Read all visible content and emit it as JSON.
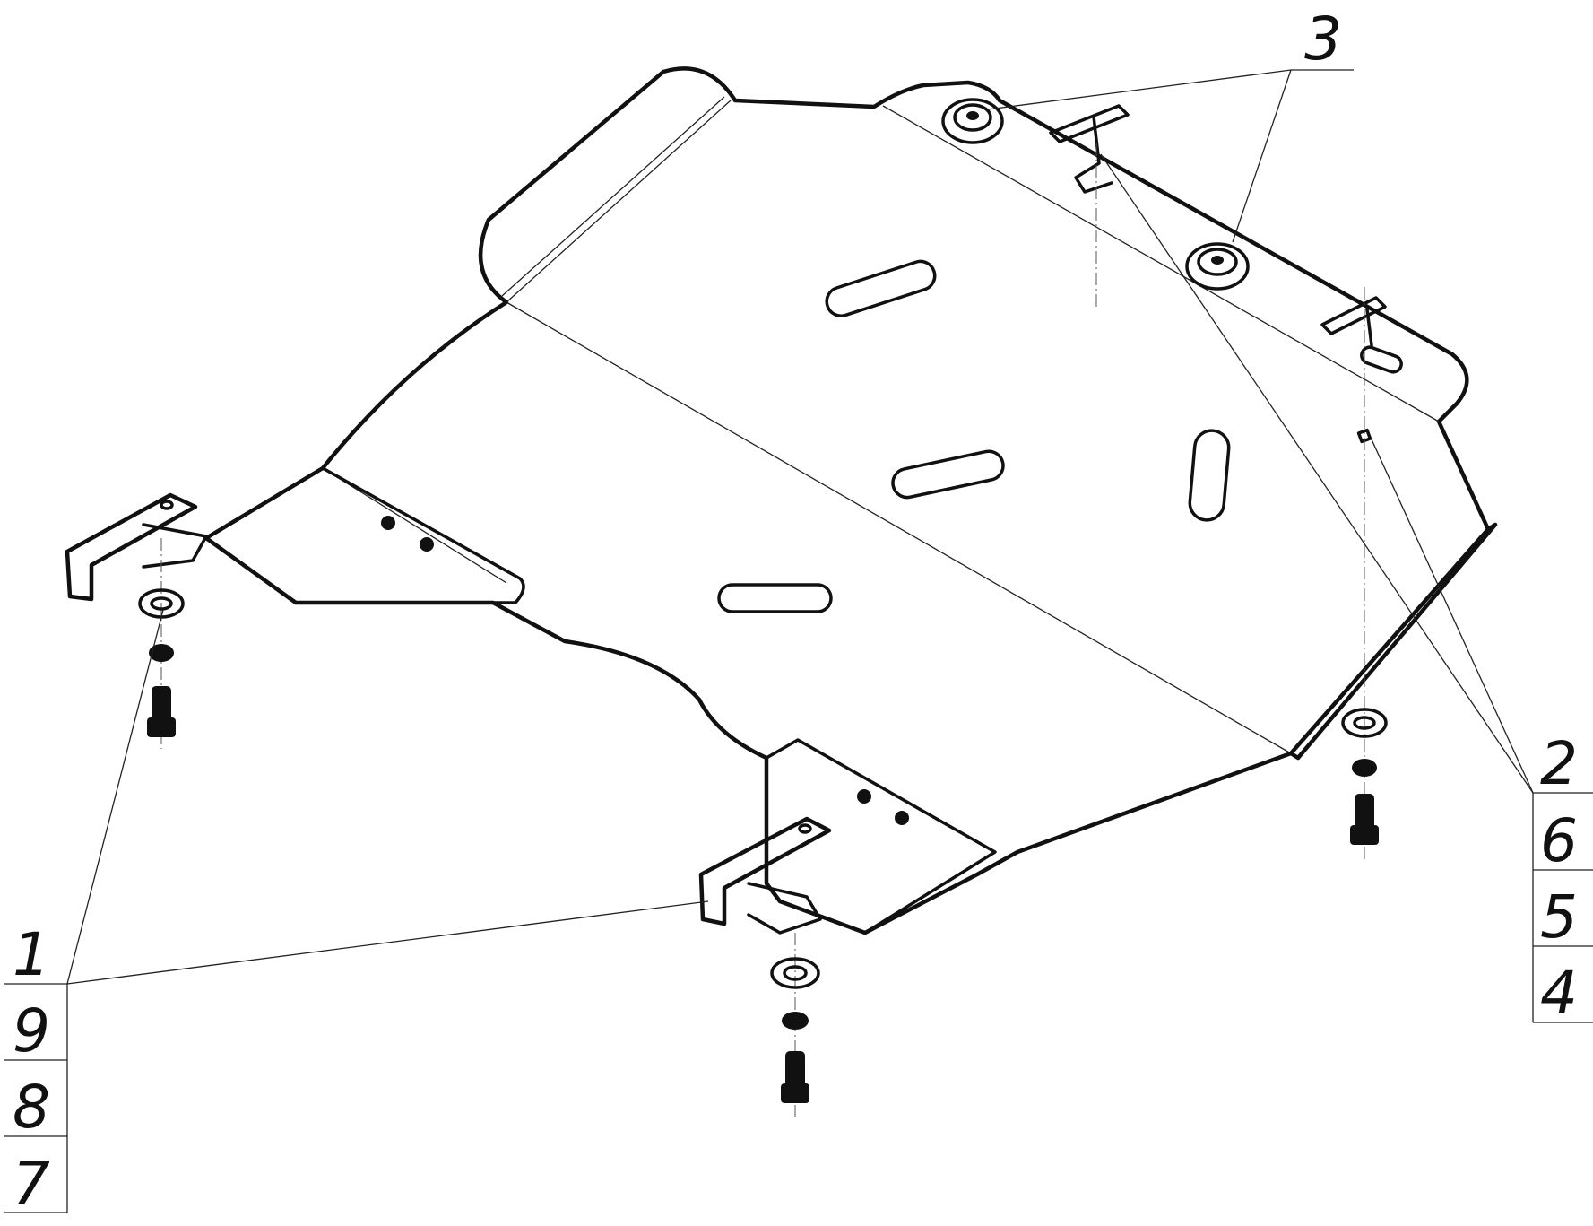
{
  "callouts": {
    "top": {
      "label": "3"
    },
    "right": {
      "labels": [
        "2",
        "6",
        "5",
        "4"
      ]
    },
    "left": {
      "labels": [
        "1",
        "9",
        "8",
        "7"
      ]
    }
  }
}
